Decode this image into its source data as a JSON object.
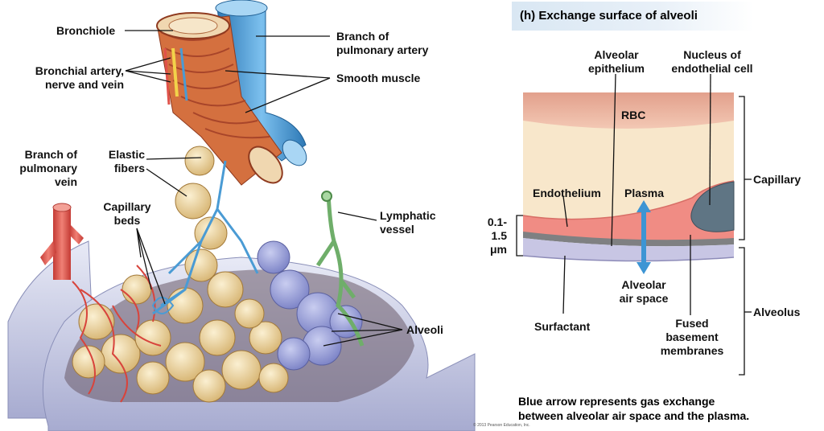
{
  "left_panel": {
    "labels": {
      "bronchiole": "Bronchiole",
      "bronchial_avn_1": "Bronchial artery,",
      "bronchial_avn_2": "nerve and vein",
      "pulm_artery_1": "Branch of",
      "pulm_artery_2": "pulmonary artery",
      "smooth_muscle": "Smooth muscle",
      "pulm_vein_1": "Branch of",
      "pulm_vein_2": "pulmonary",
      "pulm_vein_3": "vein",
      "elastic_1": "Elastic",
      "elastic_2": "fibers",
      "capillary_1": "Capillary",
      "capillary_2": "beds",
      "lymph_1": "Lymphatic",
      "lymph_2": "vessel",
      "alveoli": "Alveoli"
    }
  },
  "right_panel": {
    "title": "(h) Exchange surface of alveoli",
    "labels": {
      "epith_1": "Alveolar",
      "epith_2": "epithelium",
      "nucleus_1": "Nucleus of",
      "nucleus_2": "endothelial cell",
      "rbc": "RBC",
      "capillary": "Capillary",
      "endothelium": "Endothelium",
      "plasma": "Plasma",
      "thickness_1": "0.1-",
      "thickness_2": "1.5",
      "thickness_3": "μm",
      "air_space_1": "Alveolar",
      "air_space_2": "air space",
      "alveolus": "Alveolus",
      "surfactant": "Surfactant",
      "fused_1": "Fused",
      "fused_2": "basement",
      "fused_3": "membranes"
    },
    "caption_1": "Blue arrow represents gas exchange",
    "caption_2": "between alveolar air space and the plasma.",
    "copyright": "© 2013 Pearson Education, Inc."
  },
  "colors": {
    "artery": "#4a9bd4",
    "vein": "#e0524a",
    "lymph": "#6fae6a",
    "alveolus": "#f1dcae",
    "muscle": "#c9633c",
    "exchange_arrow": "#3d95d4"
  }
}
